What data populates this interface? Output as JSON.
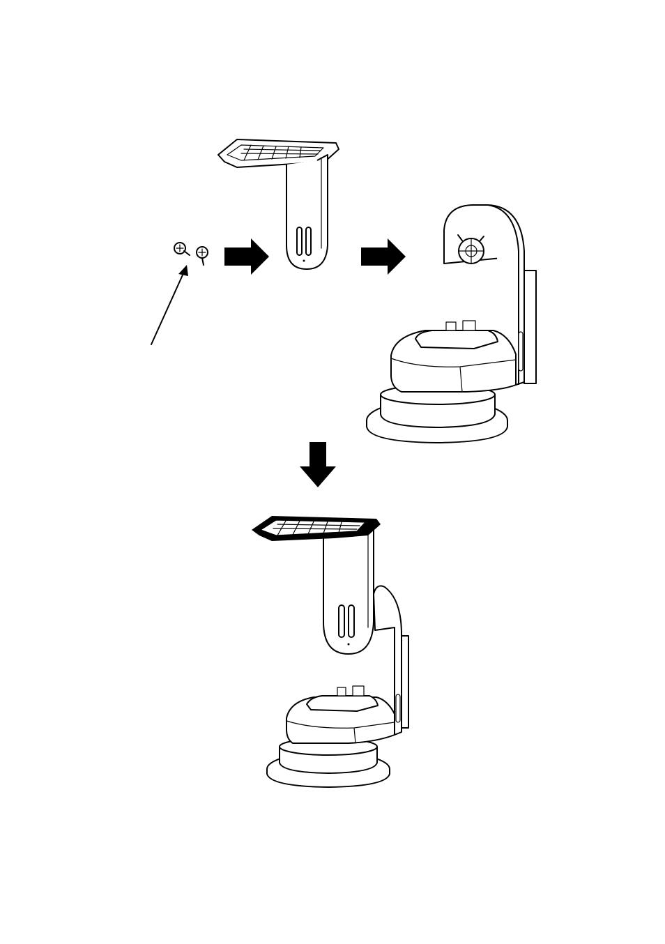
{
  "figure": {
    "kind": "assembly-instruction-illustration",
    "line_color": "#000000",
    "background_color": "#ffffff",
    "steps": [
      {
        "part": "screws",
        "icon": "screw-icon",
        "count": 2
      },
      {
        "part": "camera-mount-plate-bracket",
        "icon": "mount-plate-icon"
      },
      {
        "part": "wall-mount-base",
        "icon": "wall-mount-icon"
      },
      {
        "part": "assembled-mount",
        "icon": "assembled-mount-icon"
      }
    ]
  }
}
